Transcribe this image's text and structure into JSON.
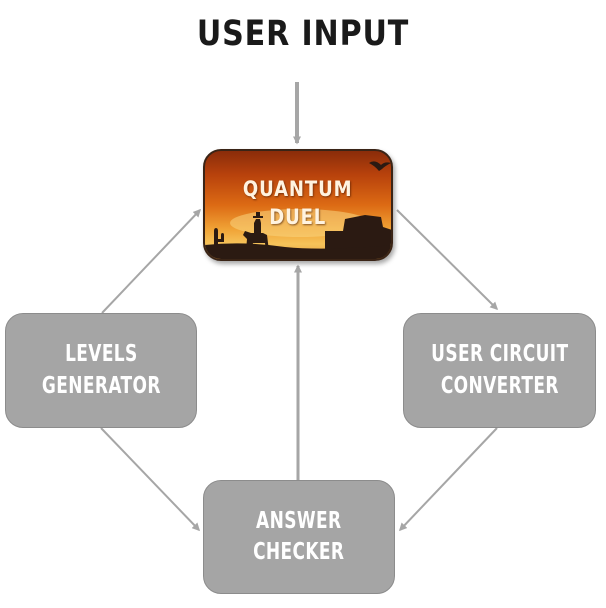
{
  "title": "USER INPUT",
  "nodes": {
    "center": {
      "line1": "QUANTUM",
      "line2": "DUEL"
    },
    "left": {
      "line1": "LEVELS",
      "line2": "GENERATOR"
    },
    "right": {
      "line1": "USER CIRCUIT",
      "line2": "CONVERTER"
    },
    "bottom": {
      "line1": "ANSWER",
      "line2": "CHECKER"
    }
  },
  "colors": {
    "box_fill": "#a5a5a5",
    "arrow": "#a6a6a6",
    "sunset_top": "#8a2c0a",
    "sunset_bottom": "#f6c35a",
    "silhouette": "#2b1a12"
  },
  "icons": [
    "cowboy-on-horse-silhouette",
    "eagle-silhouette",
    "cactus-silhouette",
    "mesa-silhouette"
  ]
}
